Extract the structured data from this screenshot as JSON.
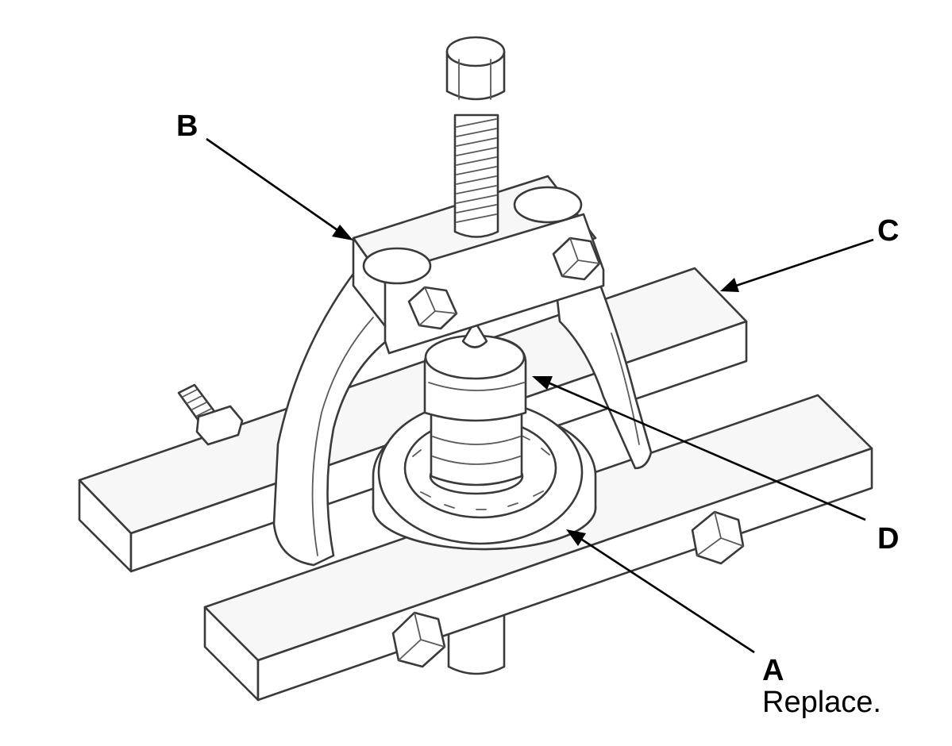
{
  "callouts": {
    "a": {
      "letter": "A",
      "note": "Replace."
    },
    "b": {
      "letter": "B"
    },
    "c": {
      "letter": "C"
    },
    "d": {
      "letter": "D"
    }
  },
  "colors": {
    "line": "#3a3a3a",
    "leader": "#000000",
    "background": "#ffffff"
  }
}
